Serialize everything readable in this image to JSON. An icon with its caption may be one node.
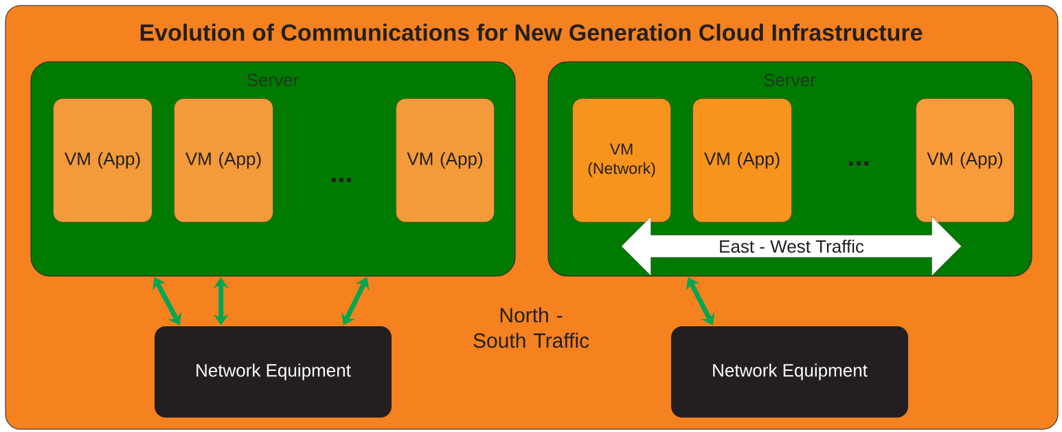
{
  "diagram": {
    "title": "Evolution of Communications for New Generation Cloud Infrastructure",
    "nodes": [
      {
        "text": [
          "Server"
        ]
      },
      {
        "text": [
          "VM (App)"
        ],
        "in": 0
      },
      {
        "text": [
          "VM (App)"
        ],
        "in": 0
      },
      {
        "text": [
          "VM (App)"
        ],
        "in": 0
      },
      {
        "text": [
          "Server"
        ]
      },
      {
        "text": [
          "VM (Network)"
        ],
        "in": 4
      },
      {
        "text": [
          "VM (App)"
        ],
        "in": 4
      },
      {
        "text": [
          "VM (App)"
        ],
        "in": 4
      },
      {
        "text": [
          "East - West Traffic"
        ],
        "in": 4
      },
      {
        "text": [
          "Network Equipment"
        ]
      },
      {
        "text": [
          "Network Equipment"
        ]
      }
    ],
    "edges": [
      {
        "from": 0,
        "to": 9,
        "arrow": "both"
      },
      {
        "from": 0,
        "to": 9,
        "arrow": "both"
      },
      {
        "from": 0,
        "to": 9,
        "arrow": "both"
      },
      {
        "from": 4,
        "to": 10,
        "arrow": "both"
      }
    ],
    "labels": [
      "...",
      "...",
      "North - South Traffic"
    ]
  }
}
